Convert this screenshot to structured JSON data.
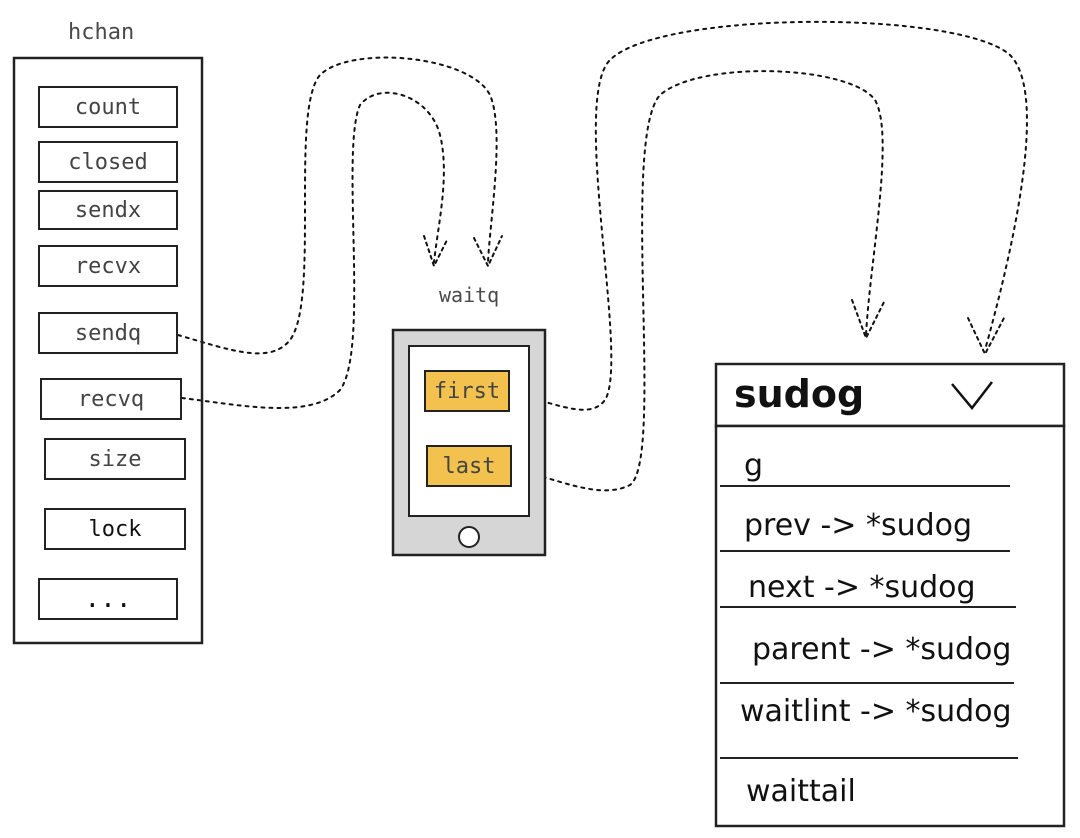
{
  "hchan": {
    "title": "hchan",
    "fields": [
      "count",
      "closed",
      "sendx",
      "recvx",
      "sendq",
      "recvq",
      "size",
      "lock",
      "..."
    ]
  },
  "waitq": {
    "title": "waitq",
    "fields": [
      "first",
      "last"
    ],
    "highlight_color": "#f2c14e"
  },
  "sudog": {
    "title": "sudog",
    "toggle_icon": "chevron-down-icon",
    "rows": [
      "g",
      "prev -> *sudog",
      "next -> *sudog",
      "parent -> *sudog",
      "waitlint -> *sudog",
      "waittail"
    ]
  }
}
